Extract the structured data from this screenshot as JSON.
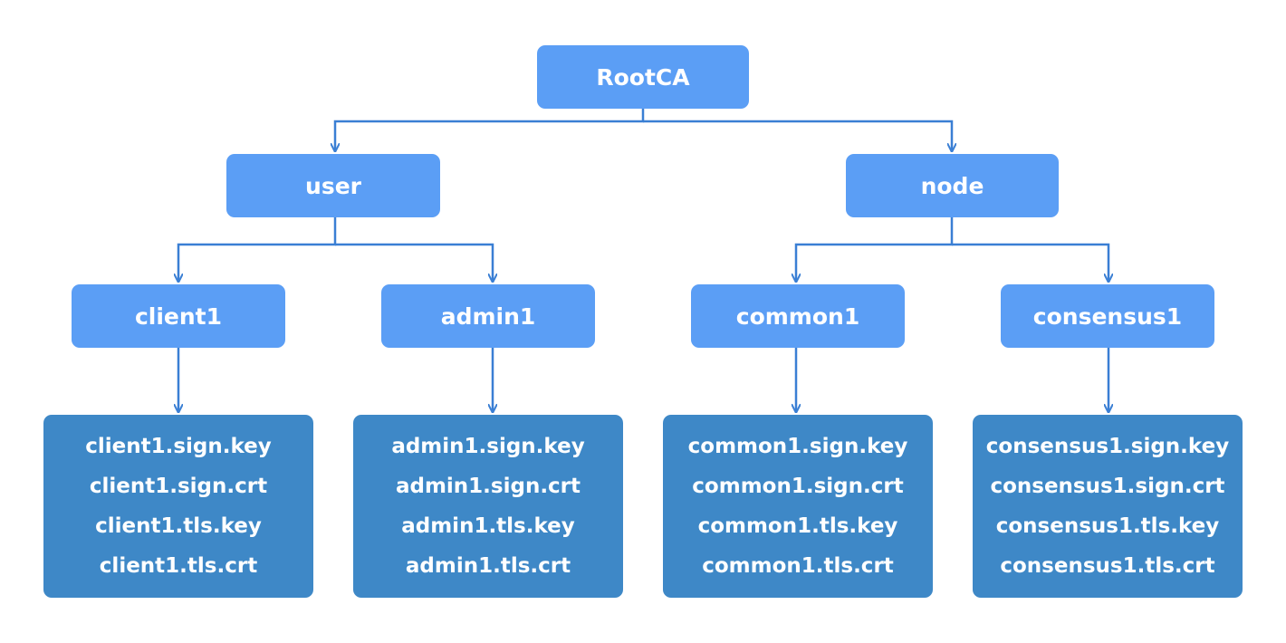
{
  "colors": {
    "node_fill": "#5b9ef5",
    "file_fill": "#3e88c7",
    "connector": "#3a7fd4",
    "text": "#ffffff"
  },
  "root": {
    "label": "RootCA"
  },
  "groups": [
    {
      "label": "user"
    },
    {
      "label": "node"
    }
  ],
  "entities": [
    {
      "label": "client1",
      "files": [
        "client1.sign.key",
        "client1.sign.crt",
        "client1.tls.key",
        "client1.tls.crt"
      ]
    },
    {
      "label": "admin1",
      "files": [
        "admin1.sign.key",
        "admin1.sign.crt",
        "admin1.tls.key",
        "admin1.tls.crt"
      ]
    },
    {
      "label": "common1",
      "files": [
        "common1.sign.key",
        "common1.sign.crt",
        "common1.tls.key",
        "common1.tls.crt"
      ]
    },
    {
      "label": "consensus1",
      "files": [
        "consensus1.sign.key",
        "consensus1.sign.crt",
        "consensus1.tls.key",
        "consensus1.tls.crt"
      ]
    }
  ]
}
